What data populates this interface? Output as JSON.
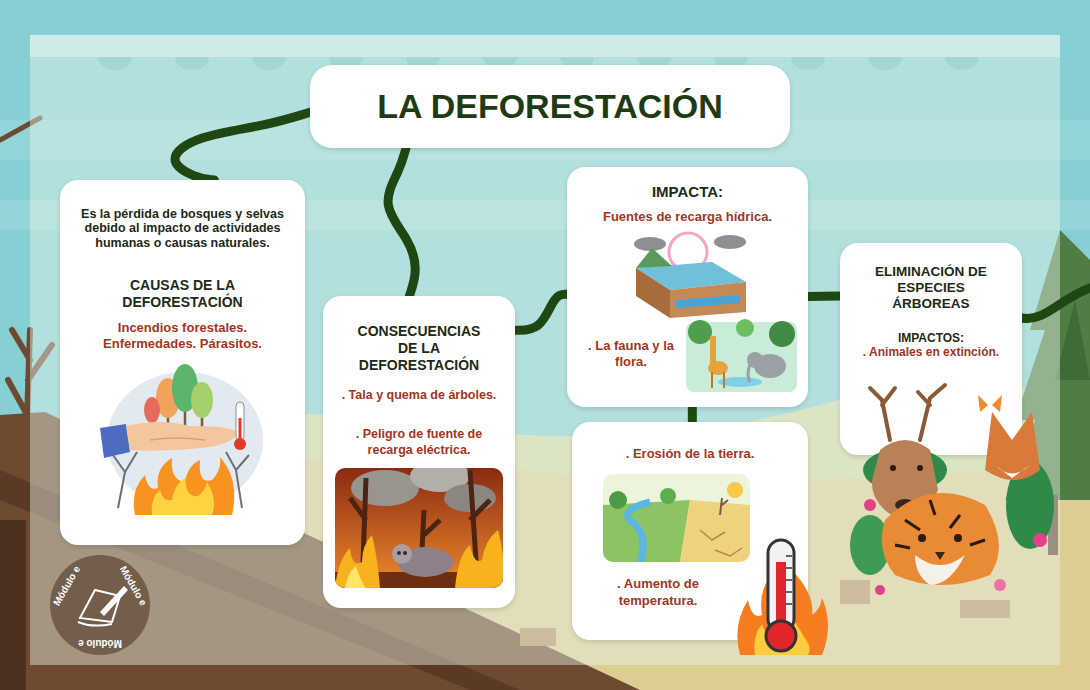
{
  "diagram": {
    "nodes": [
      {
        "text": [
          "LA DEFORESTACIÓN"
        ]
      },
      {
        "text": [
          "Es la pérdida de bosques y selvas debido al impacto de actividades humanas o causas naturales.",
          "CAUSAS DE LA DEFORESTACIÓN",
          "Incendios forestales. Enfermedades. Párasitos."
        ]
      },
      {
        "text": [
          "CONSECUENCIAS DE LA DEFORESTACIÓN",
          ". Tala y quema de árboles.",
          ". Peligro de fuente de recarga eléctrica."
        ]
      },
      {
        "text": [
          "IMPACTA:",
          "Fuentes de recarga hídrica.",
          ". La fauna y la flora."
        ]
      },
      {
        "text": [
          ". Erosión de la tierra.",
          ". Aumento de temperatura."
        ]
      },
      {
        "text": [
          "ELIMINACIÓN DE ESPECIES ÁRBOREAS",
          "IMPACTOS:",
          ". Animales en extinción."
        ]
      }
    ],
    "edges": [
      {
        "from": 0,
        "to": 1,
        "arrow": "none"
      },
      {
        "from": 0,
        "to": 2,
        "arrow": "none"
      },
      {
        "from": 2,
        "to": 3,
        "arrow": "none"
      },
      {
        "from": 3,
        "to": 4,
        "arrow": "none"
      },
      {
        "from": 3,
        "to": 5,
        "arrow": "none"
      }
    ],
    "labels": [
      "Módulo e",
      "Módulo e",
      "Módulo e"
    ]
  }
}
